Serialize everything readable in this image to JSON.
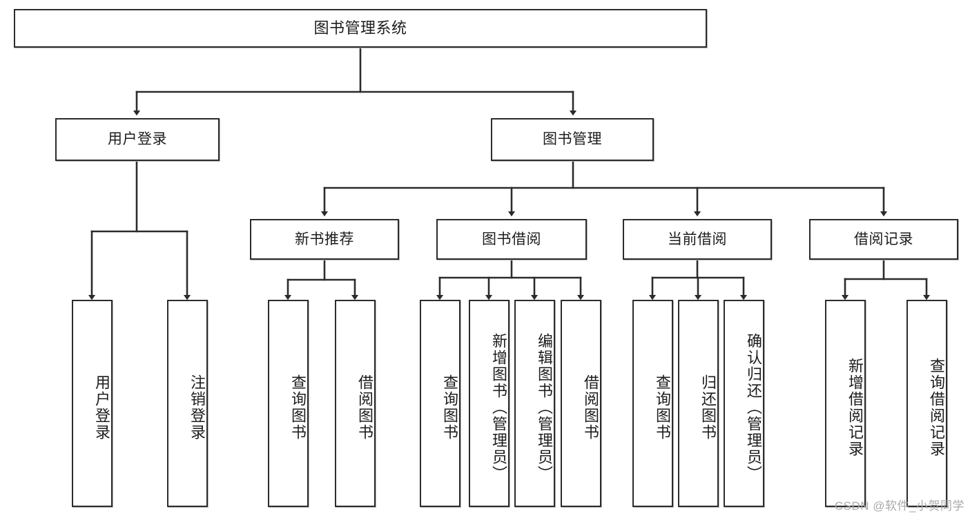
{
  "diagram": {
    "title": "图书管理系统",
    "type": "tree-hierarchy-chart",
    "root": {
      "label": "图书管理系统"
    },
    "level2": [
      {
        "label": "用户登录"
      },
      {
        "label": "图书管理"
      }
    ],
    "level3": [
      {
        "label": "新书推荐"
      },
      {
        "label": "图书借阅"
      },
      {
        "label": "当前借阅"
      },
      {
        "label": "借阅记录"
      }
    ],
    "leaves": {
      "user_login": [
        {
          "label": "用户登录"
        },
        {
          "label": "注销登录"
        }
      ],
      "new_book_recommend": [
        {
          "label": "查询图书"
        },
        {
          "label": "借阅图书"
        }
      ],
      "book_borrow": [
        {
          "label": "查询图书"
        },
        {
          "label": "新增图书（管理员）"
        },
        {
          "label": "编辑图书（管理员）"
        },
        {
          "label": "借阅图书"
        }
      ],
      "current_borrow": [
        {
          "label": "查询图书"
        },
        {
          "label": "归还图书"
        },
        {
          "label": "确认归还（管理员）"
        }
      ],
      "borrow_record": [
        {
          "label": "新增借阅记录"
        },
        {
          "label": "查询借阅记录"
        }
      ]
    }
  },
  "watermark": {
    "text": "CSDN @软件_小贺同学"
  },
  "colors": {
    "stroke": "#2b2b2b",
    "fill": "#ffffff",
    "text": "#1c1c1c",
    "watermark": "#a9a9a9"
  }
}
